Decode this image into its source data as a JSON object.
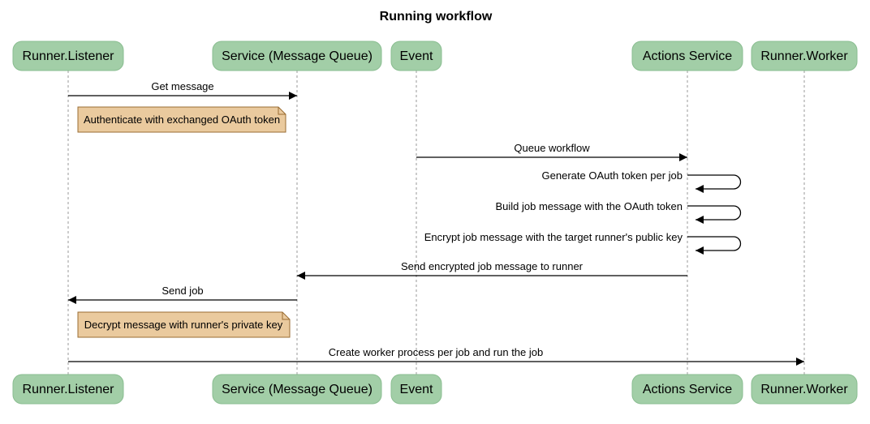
{
  "title": "Running workflow",
  "actors": [
    {
      "label": "Runner.Listener"
    },
    {
      "label": "Service (Message Queue)"
    },
    {
      "label": "Event"
    },
    {
      "label": "Actions Service"
    },
    {
      "label": "Runner.Worker"
    }
  ],
  "messages": [
    {
      "label": "Get message",
      "from": "Runner.Listener",
      "to": "Service (Message Queue)"
    },
    {
      "label": "Queue workflow",
      "from": "Event",
      "to": "Actions Service"
    },
    {
      "label": "Generate OAuth token per job",
      "from": "Actions Service",
      "to": "Actions Service",
      "self_loop": true
    },
    {
      "label": "Build job message with the OAuth token",
      "from": "Actions Service",
      "to": "Actions Service",
      "self_loop": true
    },
    {
      "label": "Encrypt job message with the target runner's public key",
      "from": "Actions Service",
      "to": "Actions Service",
      "self_loop": true
    },
    {
      "label": "Send encrypted job message to runner",
      "from": "Actions Service",
      "to": "Service (Message Queue)"
    },
    {
      "label": "Send job",
      "from": "Service (Message Queue)",
      "to": "Runner.Listener"
    },
    {
      "label": "Create worker process per job and run the job",
      "from": "Runner.Listener",
      "to": "Runner.Worker"
    }
  ],
  "notes": [
    {
      "text": "Authenticate with exchanged OAuth token",
      "anchor": "Runner.Listener"
    },
    {
      "text": "Decrypt message with runner's private key",
      "anchor": "Runner.Listener"
    }
  ],
  "colors": {
    "actor_fill": "#A2CEA7",
    "actor_border": "#89BD90",
    "note_fill": "#EACA9E",
    "note_border": "#9A6C33",
    "lifeline": "#999999",
    "message_line": "#000000"
  }
}
